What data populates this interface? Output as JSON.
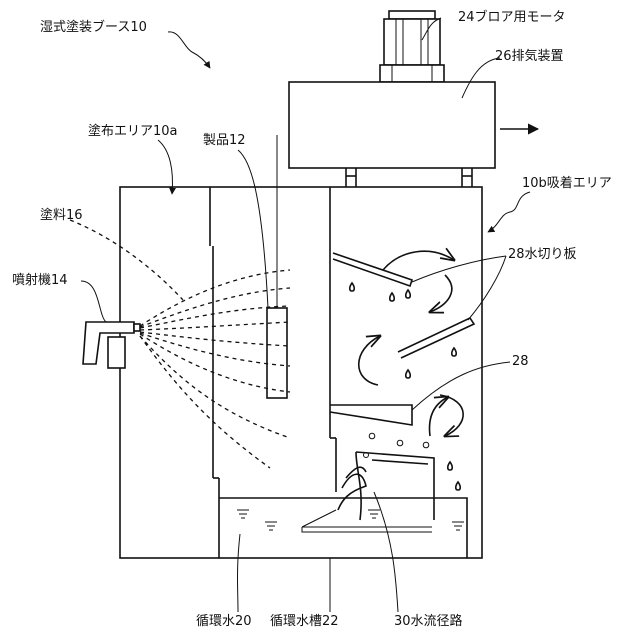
{
  "labels": {
    "booth": "湿式塗装ブース10",
    "blower_motor": "24ブロア用モータ",
    "exhaust_device": "26排気装置",
    "coating_area": "塗布エリア10a",
    "product": "製品12",
    "adsorption_area": "10b吸着エリア",
    "paint": "塗料16",
    "drain_board": "28水切り板",
    "sprayer": "噴射機14",
    "drain_board_lower": "28",
    "circulating_water": "循環水20",
    "circulating_tank": "循環水槽22",
    "water_channel": "30水流径路"
  }
}
